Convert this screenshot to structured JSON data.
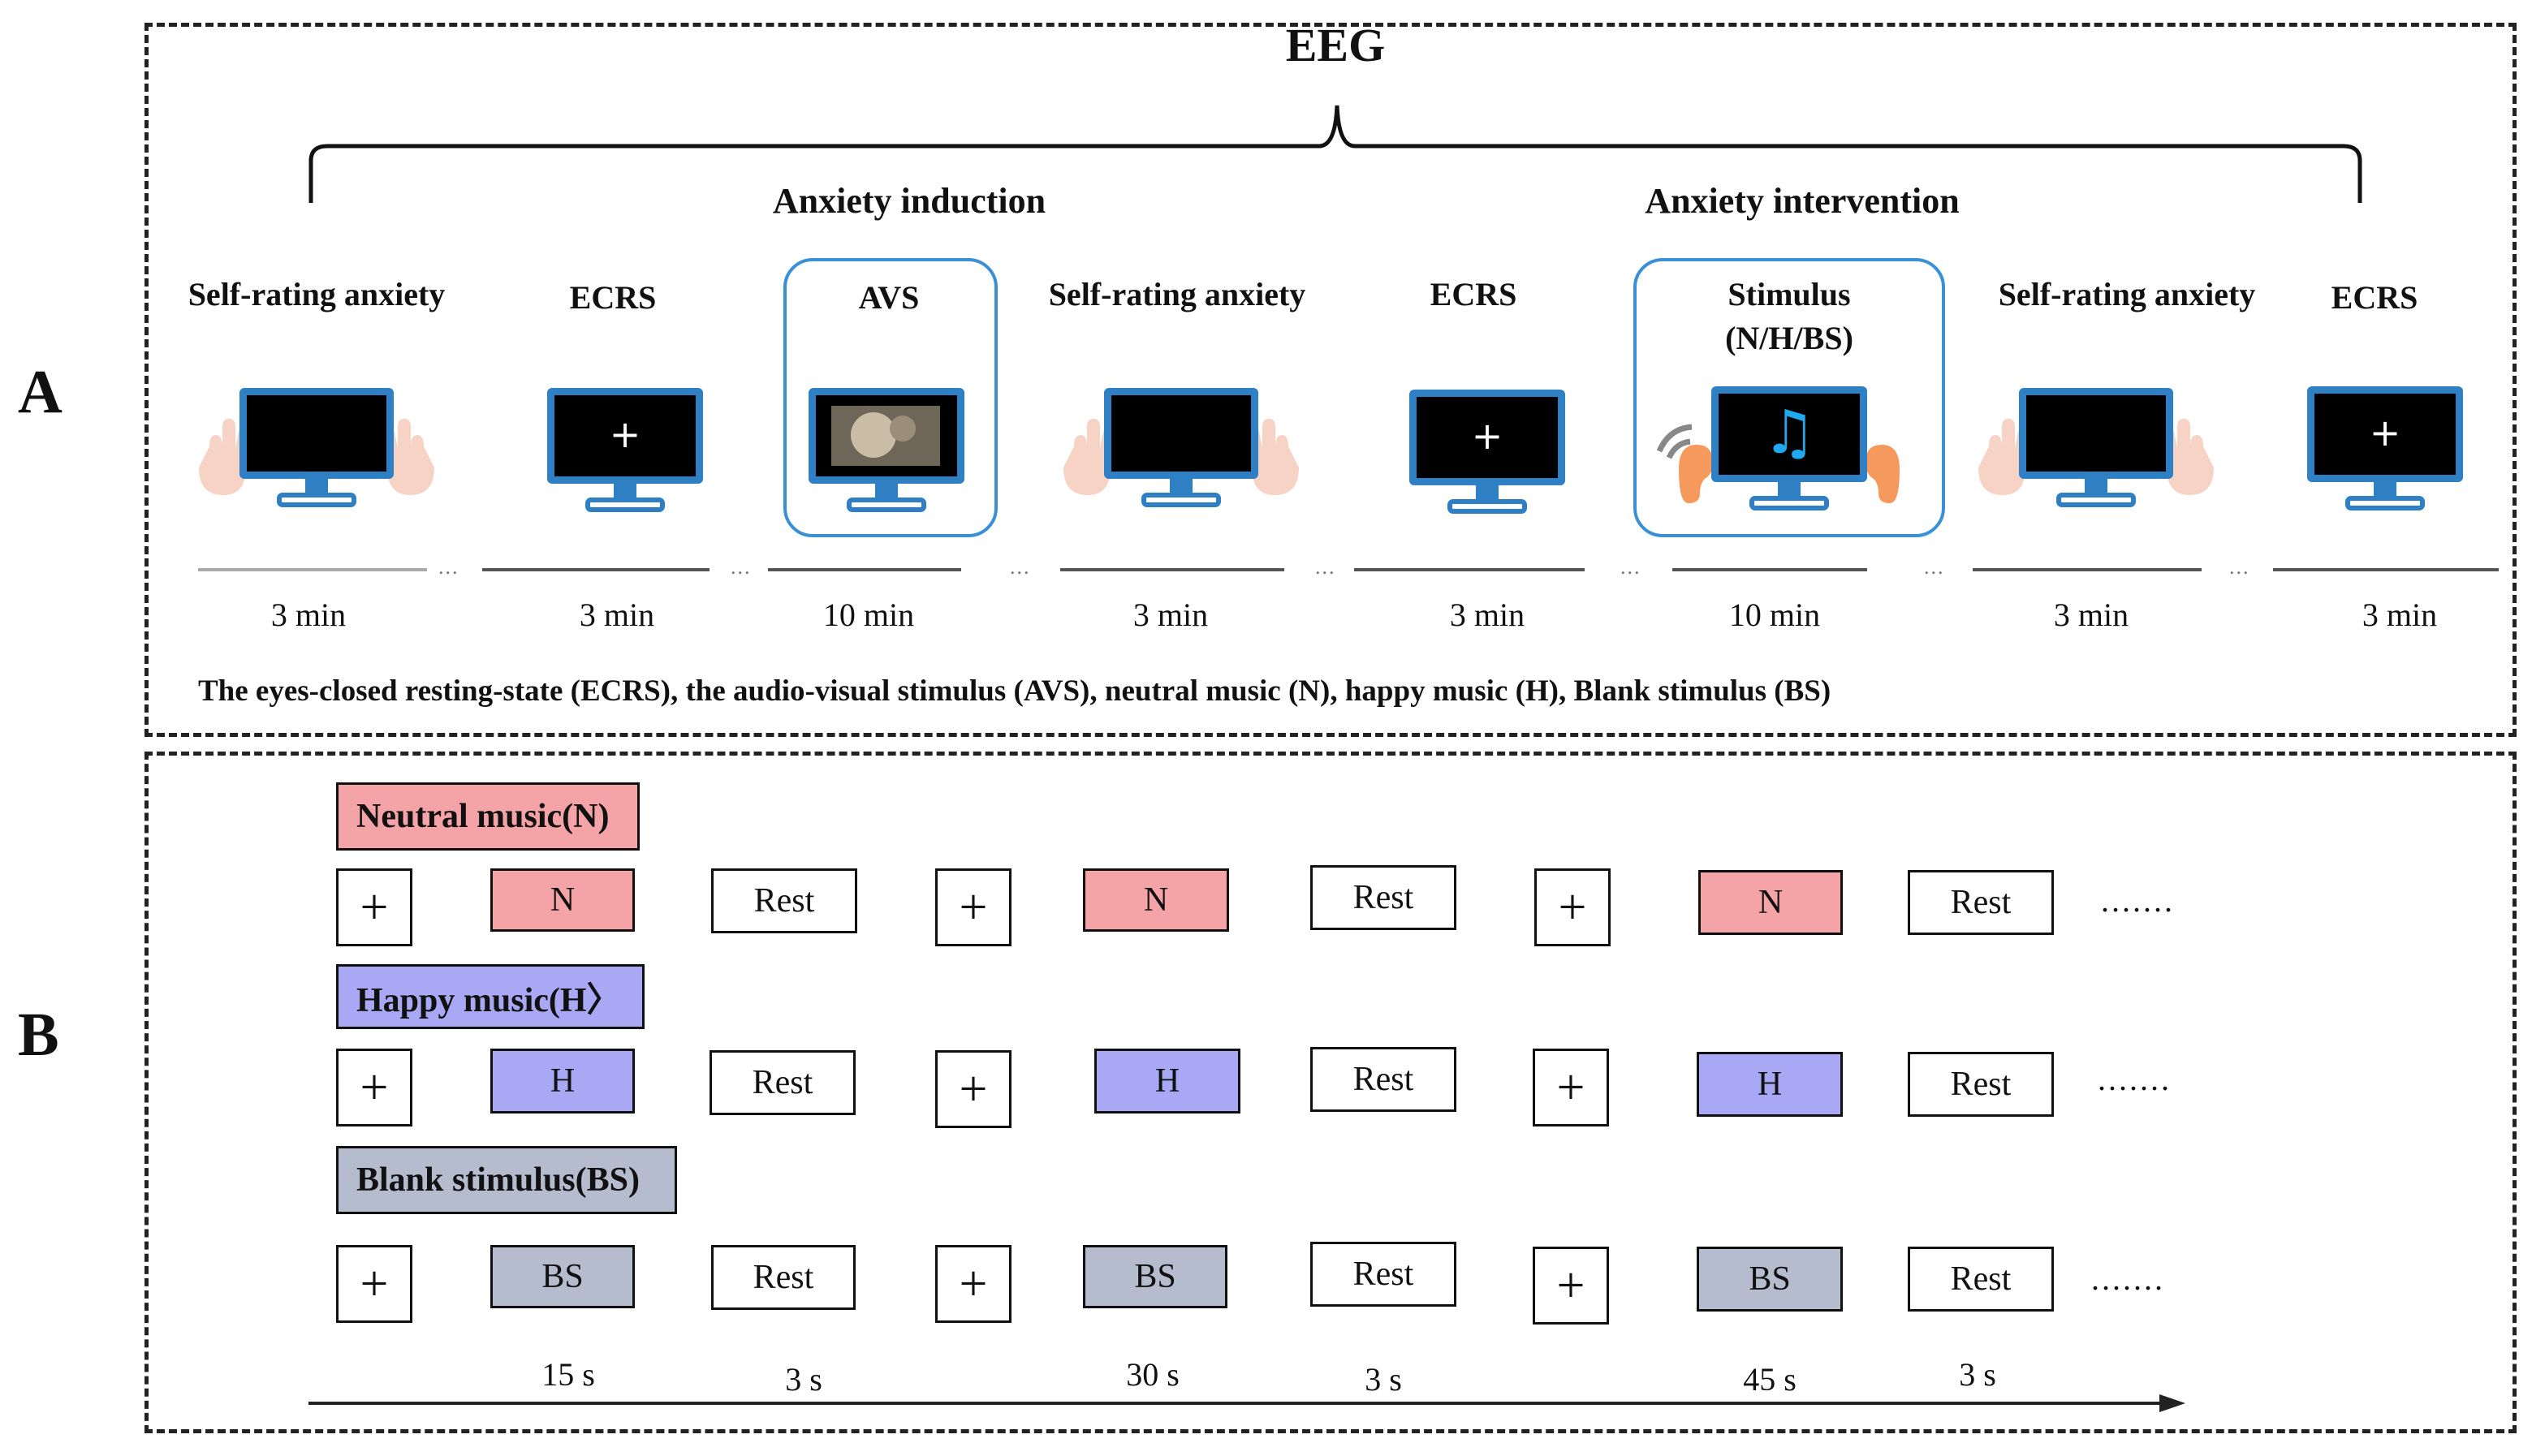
{
  "panel_a": {
    "letter": "A",
    "top_label": "EEG",
    "phase_induction": "Anxiety induction",
    "phase_intervention": "Anxiety intervention",
    "steps": [
      {
        "label": "Self-rating anxiety",
        "duration": "3 min",
        "icon": "monitor-with-hands-icon"
      },
      {
        "label": "ECRS",
        "duration": "3 min",
        "icon": "monitor-fixation-cross-icon"
      },
      {
        "label": "AVS",
        "duration": "10 min",
        "icon": "monitor-video-icon"
      },
      {
        "label": "Self-rating anxiety",
        "duration": "3 min",
        "icon": "monitor-with-hands-icon"
      },
      {
        "label": "ECRS",
        "duration": "3 min",
        "icon": "monitor-fixation-cross-icon"
      },
      {
        "label": "Stimulus",
        "label2": "(N/H/BS)",
        "duration": "10 min",
        "icon": "monitor-music-ears-icon"
      },
      {
        "label": "Self-rating anxiety",
        "duration": "3 min",
        "icon": "monitor-with-hands-icon"
      },
      {
        "label": "ECRS",
        "duration": "3 min",
        "icon": "monitor-fixation-cross-icon"
      }
    ],
    "separator": "...",
    "footnote": "The eyes-closed resting-state (ECRS), the audio-visual stimulus (AVS), neutral music (N), happy music (H), Blank stimulus (BS)"
  },
  "panel_b": {
    "letter": "B",
    "conditions": [
      {
        "label": "Neutral music(N)",
        "block": "N",
        "color": "#f4a3a6"
      },
      {
        "label": "Happy music(H〉",
        "block": "H",
        "color": "#a8a8f5"
      },
      {
        "label": "Blank stimulus(BS)",
        "block": "BS",
        "color": "#b4bcce"
      }
    ],
    "rows": [
      {
        "blocks": [
          "N",
          "N",
          "N"
        ],
        "rest": "Rest",
        "trail": "......."
      },
      {
        "blocks": [
          "H",
          "H",
          "H"
        ],
        "rest": "Rest",
        "trail": "......."
      },
      {
        "blocks": [
          "BS",
          "BS",
          "BS"
        ],
        "rest": "Rest",
        "trail": "......."
      }
    ],
    "fixation": "+",
    "durations": [
      "15 s",
      "3 s",
      "30 s",
      "3 s",
      "45 s",
      "3 s"
    ]
  }
}
